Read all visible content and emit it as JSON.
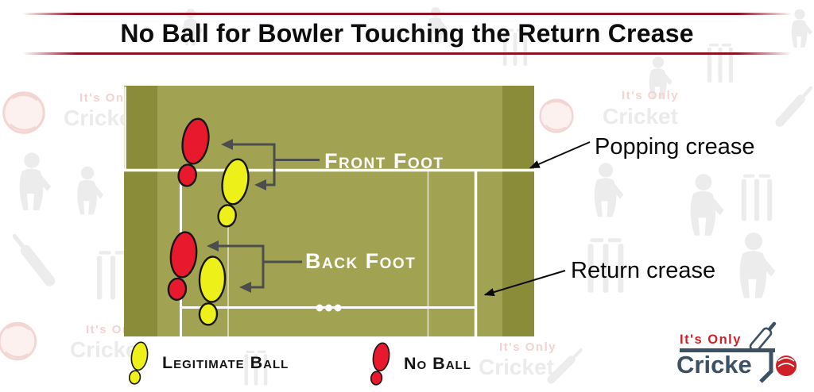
{
  "title": "No Ball for Bowler Touching the Return Crease",
  "diagram": {
    "front_foot_label": "Front Foot",
    "back_foot_label": "Back Foot",
    "popping_crease_label": "Popping crease",
    "return_crease_label": "Return crease"
  },
  "legend": {
    "items": [
      {
        "label": "Legitimate Ball",
        "color": "#eef019"
      },
      {
        "label": "No Ball",
        "color": "#e8192d"
      }
    ]
  },
  "logo": {
    "tagline": "It's Only",
    "brand": "Cricke",
    "brand_t": "T",
    "watermark_brand": "Cricket"
  },
  "colors": {
    "pitch": "#a2a352",
    "pitch_dark": "#8a8c3a",
    "crease_line": "#ffffff",
    "no_ball_foot": "#e8192d",
    "legal_foot": "#eef019",
    "title_rule": "#8a1425",
    "arrow_gray": "#4d4d4d",
    "logo_red": "#ce2127",
    "logo_slate": "#3c5163"
  }
}
